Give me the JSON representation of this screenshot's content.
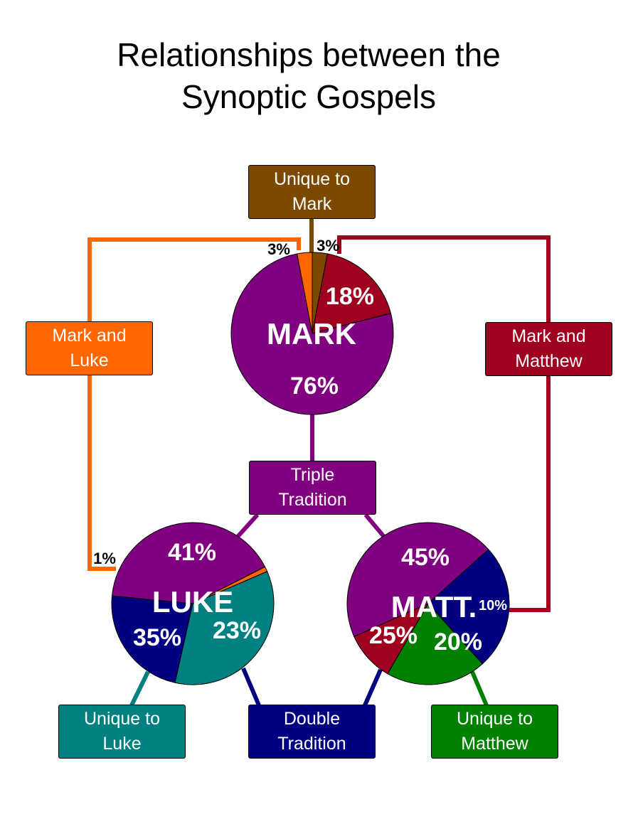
{
  "title": {
    "line1": "Relationships between the",
    "line2": "Synoptic Gospels"
  },
  "colors": {
    "mark_only": "#7b4a00",
    "mark_luke": "#ff6600",
    "mark_matthew": "#a00020",
    "triple": "#800080",
    "double": "#000080",
    "luke_only": "#008080",
    "matthew_only": "#008000"
  },
  "boxes": {
    "unique_mark": {
      "line1": "Unique to",
      "line2": "Mark"
    },
    "mark_luke": {
      "line1": "Mark and",
      "line2": "Luke"
    },
    "mark_matthew": {
      "line1": "Mark and",
      "line2": "Matthew"
    },
    "triple": {
      "line1": "Triple",
      "line2": "Tradition"
    },
    "unique_luke": {
      "line1": "Unique to",
      "line2": "Luke"
    },
    "double": {
      "line1": "Double",
      "line2": "Tradition"
    },
    "unique_matthew": {
      "line1": "Unique to",
      "line2": "Matthew"
    }
  },
  "chart_data": [
    {
      "type": "pie",
      "title": "MARK",
      "slices": [
        {
          "label": "3%",
          "value": 3,
          "category": "mark_only"
        },
        {
          "label": "18%",
          "value": 18,
          "category": "mark_matthew"
        },
        {
          "label": "76%",
          "value": 76,
          "category": "triple"
        },
        {
          "label": "3%",
          "value": 3,
          "category": "mark_luke"
        }
      ]
    },
    {
      "type": "pie",
      "title": "LUKE",
      "slices": [
        {
          "label": "41%",
          "value": 41,
          "category": "triple"
        },
        {
          "label": "23%",
          "value": 23,
          "category": "double"
        },
        {
          "label": "35%",
          "value": 35,
          "category": "luke_only"
        },
        {
          "label": "1%",
          "value": 1,
          "category": "mark_luke"
        }
      ]
    },
    {
      "type": "pie",
      "title": "MATT.",
      "slices": [
        {
          "label": "45%",
          "value": 45,
          "category": "triple"
        },
        {
          "label": "10%",
          "value": 10,
          "category": "mark_matthew"
        },
        {
          "label": "20%",
          "value": 20,
          "category": "matthew_only"
        },
        {
          "label": "25%",
          "value": 25,
          "category": "double"
        }
      ]
    }
  ]
}
